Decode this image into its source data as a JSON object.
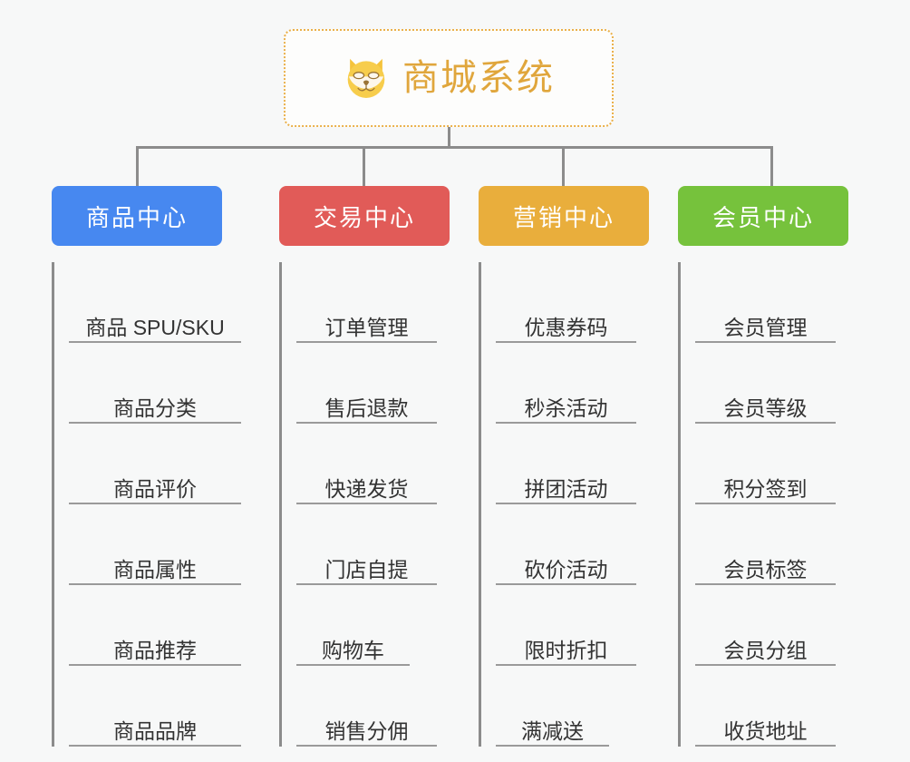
{
  "page": {
    "background_color": "#f7f8f8",
    "line_color": "#8c8c8c",
    "underline_color": "#9a9a9a",
    "leaf_text_color": "#333333"
  },
  "root": {
    "title": "商城系统",
    "icon": "dog-face-icon",
    "border_color": "#eab04a",
    "title_color": "#e0a63c",
    "background_color": "#fdfdfc"
  },
  "columns": [
    {
      "header": "商品中心",
      "color": "#4788f0",
      "items": [
        "商品 SPU/SKU",
        "商品分类",
        "商品评价",
        "商品属性",
        "商品推荐",
        "商品品牌"
      ]
    },
    {
      "header": "交易中心",
      "color": "#e15b58",
      "items": [
        "订单管理",
        "售后退款",
        "快递发货",
        "门店自提",
        "购物车",
        "销售分佣"
      ]
    },
    {
      "header": "营销中心",
      "color": "#e9ae3c",
      "items": [
        "优惠券码",
        "秒杀活动",
        "拼团活动",
        "砍价活动",
        "限时折扣",
        "满减送"
      ]
    },
    {
      "header": "会员中心",
      "color": "#76c23c",
      "items": [
        "会员管理",
        "会员等级",
        "积分签到",
        "会员标签",
        "会员分组",
        "收货地址"
      ]
    }
  ]
}
